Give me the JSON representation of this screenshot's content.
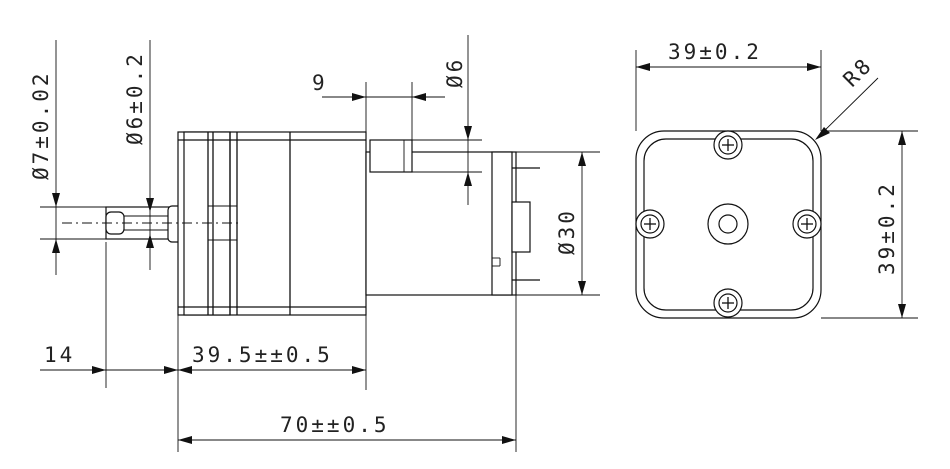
{
  "drawing": {
    "dimensions": {
      "shaft_diameter": "Ø7±0.02",
      "flat_diameter": "Ø6±0.2",
      "boss_length": "9",
      "boss_diameter": "Ø6",
      "gearbox_diameter": "Ø30",
      "shaft_length": "14",
      "gearbox_length": "39.5±±0.5",
      "total_length": "70±±0.5",
      "flange_width": "39±0.2",
      "flange_height": "39±0.2",
      "corner_radius": "R8"
    }
  }
}
